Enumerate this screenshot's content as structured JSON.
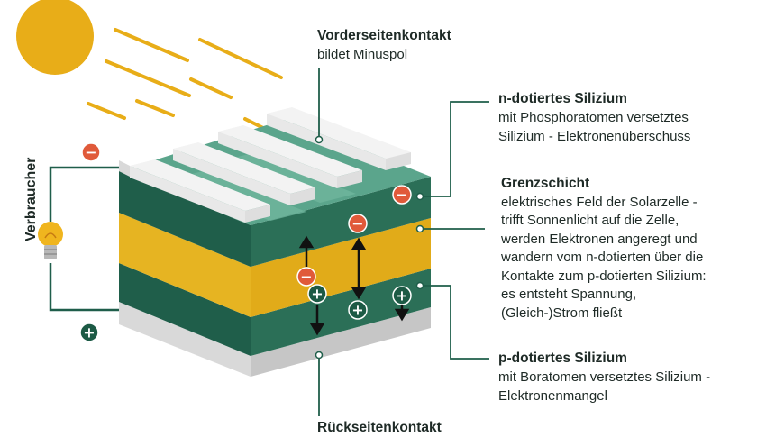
{
  "labels": {
    "front_contact": {
      "title": "Vorderseitenkontakt",
      "body": [
        "bildet Minuspol"
      ]
    },
    "n_layer": {
      "title": "n-dotiertes Silizium",
      "body": [
        "mit Phosphoratomen versetztes",
        "Silizium - Elektronenüberschuss"
      ]
    },
    "junction": {
      "title": "Grenzschicht",
      "body": [
        "elektrisches Feld der Solarzelle -",
        "trifft Sonnenlicht auf die Zelle,",
        "werden Elektronen angeregt und",
        "wandern vom n-dotierten über die",
        "Kontakte zum p-dotierten Silizium:",
        "es entsteht Spannung,",
        "(Gleich-)Strom fließt"
      ]
    },
    "p_layer": {
      "title": "p-dotiertes Silizium",
      "body": [
        "mit Boratomen versetztes Silizium -",
        "Elektronenmangel"
      ]
    },
    "back_contact": {
      "title": "Rückseitenkontakt",
      "body": []
    },
    "consumer": "Verbraucher"
  },
  "charge_signs": {
    "minus": "−",
    "plus": "+"
  },
  "icons": [
    "sun-icon",
    "light-bulb-icon"
  ],
  "colors": {
    "dark_green": "#1f5e4a",
    "mid_green": "#2f7a60",
    "top_green": "#4f9e85",
    "yellow": "#e6b422",
    "gray": "#d7d7d7",
    "contact_white": "#f2f2f2",
    "minus_red": "#e05a3a",
    "plus_green": "#1c5a45",
    "sun": "#e8ad18",
    "text": "#1e2a26"
  }
}
